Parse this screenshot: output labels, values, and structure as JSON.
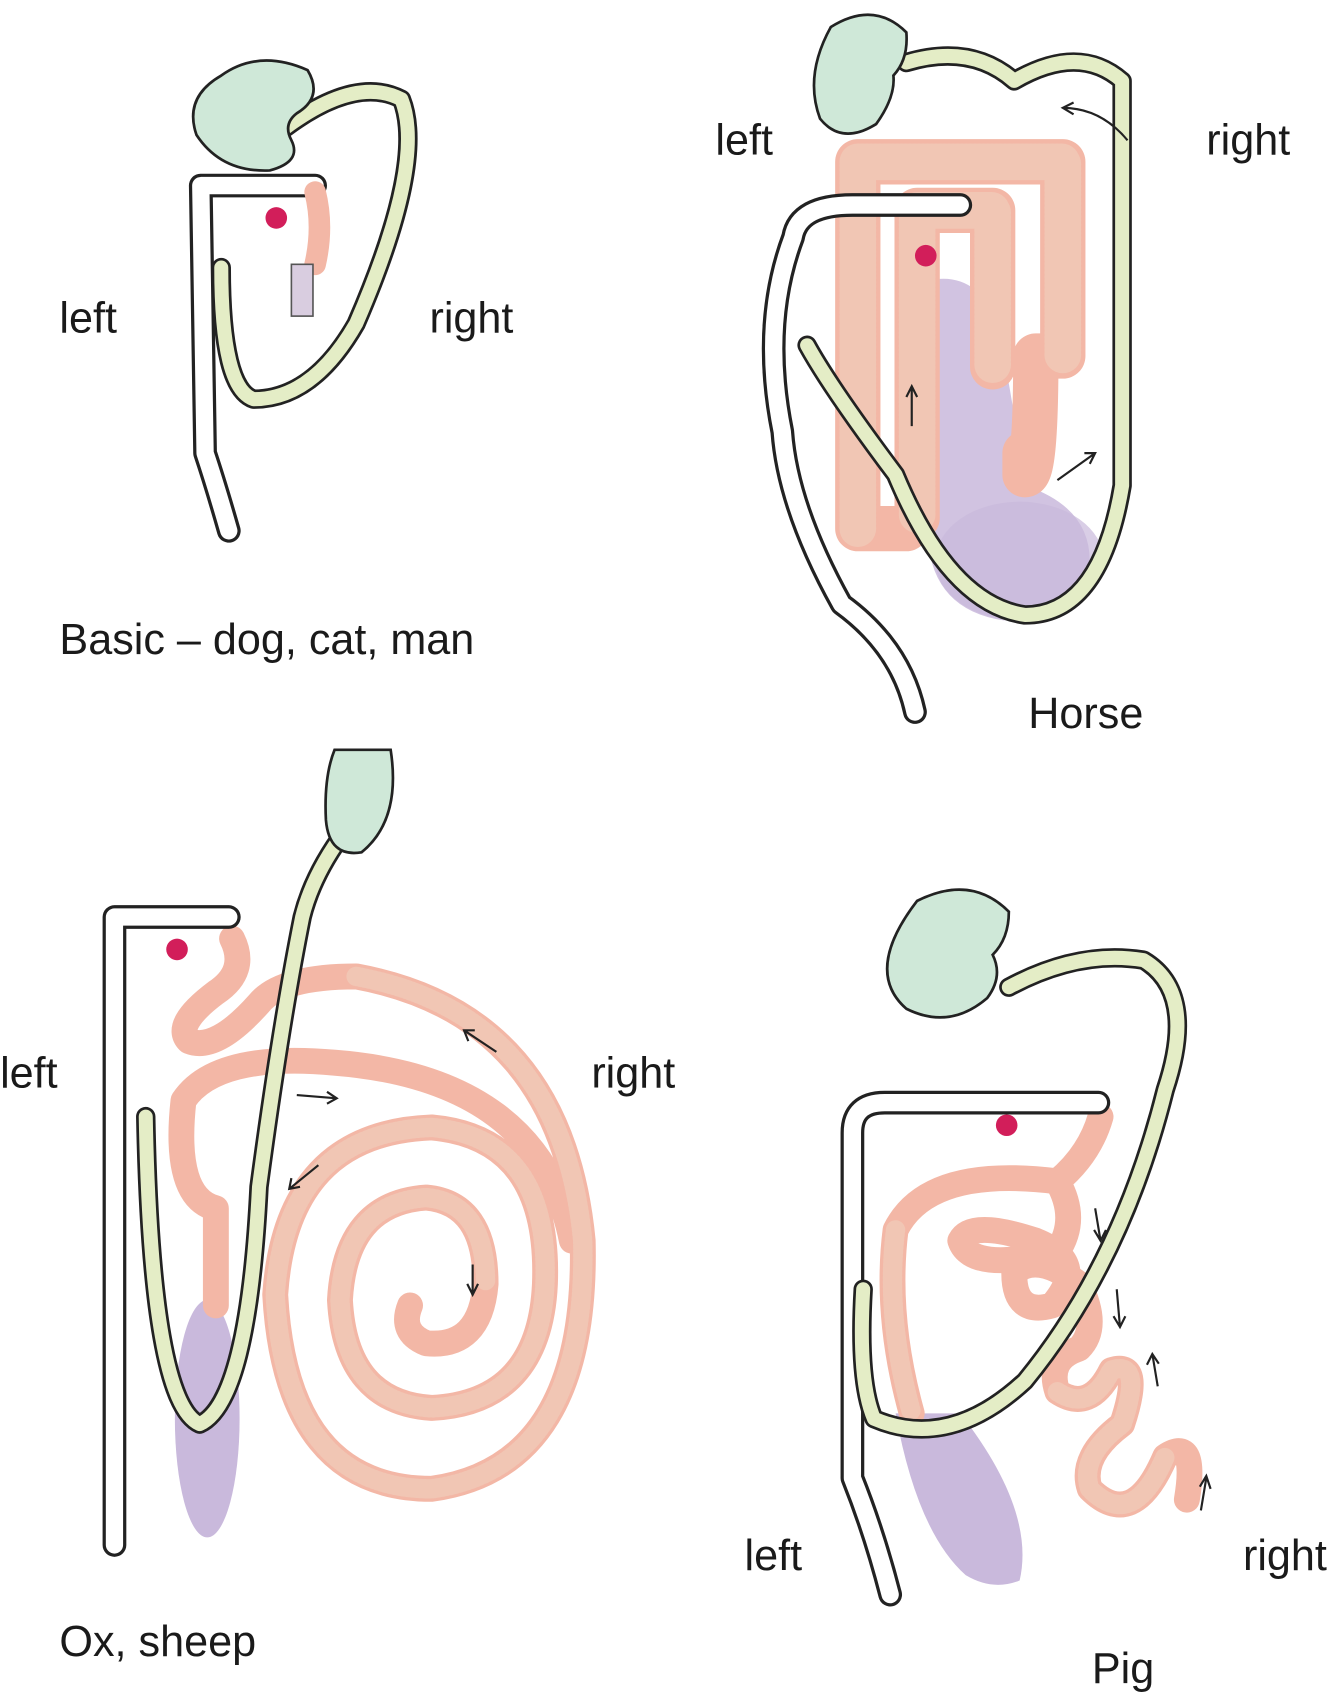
{
  "panels": [
    {
      "title": "Basic – dog, cat, man",
      "left": "left",
      "right": "right"
    },
    {
      "title": "Horse",
      "left": "left",
      "right": "right"
    },
    {
      "title": "Ox, sheep",
      "left": "left",
      "right": "right"
    },
    {
      "title": "Pig",
      "left": "left",
      "right": "right"
    }
  ],
  "colors": {
    "stomach": "#cfe8d8",
    "small_intestine": "#e4edc6",
    "large_intestine": "#f3b7a6",
    "caecum": "#c9b9dc",
    "marker": "#d21e5a"
  }
}
